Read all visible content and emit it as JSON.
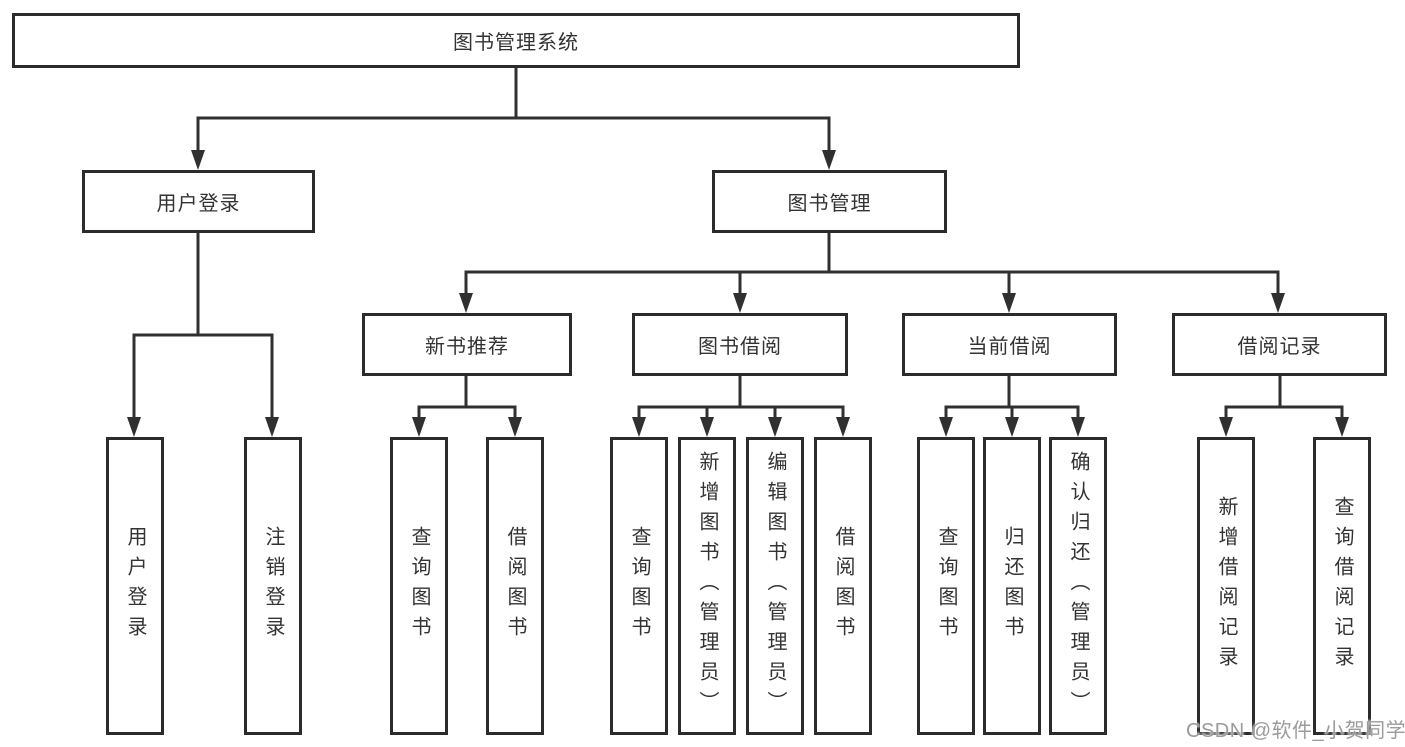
{
  "diagram_title": "图书管理系统",
  "nodes": {
    "root": "图书管理系统",
    "user_login": "用户登录",
    "book_management": "图书管理",
    "new_book_recommend": "新书推荐",
    "book_borrow": "图书借阅",
    "current_borrow": "当前借阅",
    "borrow_record": "借阅记录"
  },
  "leaves": {
    "user_login": [
      "用户登录",
      "注销登录"
    ],
    "new_book_recommend": [
      "查询图书",
      "借阅图书"
    ],
    "book_borrow": [
      "查询图书",
      "新增图书（管理员）",
      "编辑图书（管理员）",
      "借阅图书"
    ],
    "current_borrow": [
      "查询图书",
      "归还图书",
      "确认归还（管理员）"
    ],
    "borrow_record": [
      "新增借阅记录",
      "查询借阅记录"
    ]
  },
  "watermark": "CSDN @软件_小贺同学",
  "colors": {
    "line": "#303030",
    "border": "#2b2b2b",
    "text": "#333333",
    "watermark": "#9b9b9b",
    "background": "#ffffff"
  }
}
